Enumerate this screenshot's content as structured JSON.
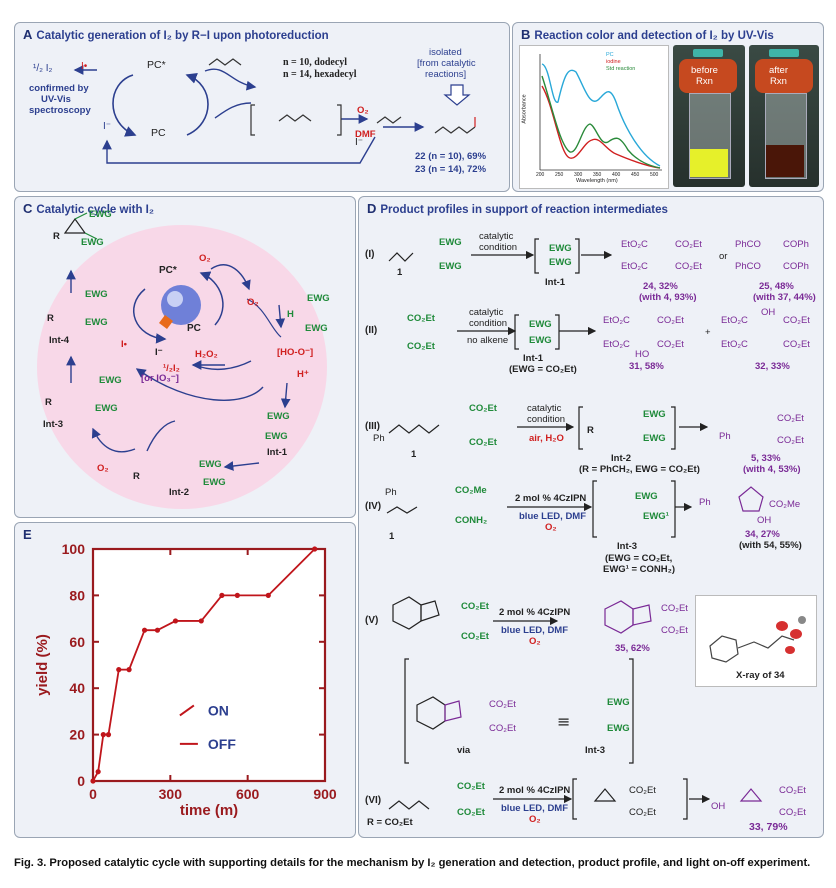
{
  "panelA": {
    "title_letter": "A",
    "title": "Catalytic generation of I₂ by  R−I upon photoreduction",
    "half_i2": "¹/₂ I₂",
    "i_radical": "I•",
    "confirmed": "confirmed by",
    "uvvis1": "UV-Vis",
    "uvvis2": "spectroscopy",
    "pc_star": "PC*",
    "pc_plus": "PC",
    "i_minus": "I⁻",
    "i_minus2": "I⁻",
    "n10": "n = 10, dodecyl",
    "n14": "n = 14, hexadecyl",
    "o2": "O₂",
    "dmf": "DMF",
    "isolated1": "isolated",
    "isolated2": "[from catalytic",
    "isolated3": "reactions]",
    "yield22": "22 (n = 10), 69%",
    "yield23": "23 (n = 14), 72%"
  },
  "panelB": {
    "title_letter": "B",
    "title": "Reaction color and detection of I₂ by UV-Vis",
    "legend": [
      "PC",
      "iodine",
      "Std reaction"
    ],
    "ylabel": "Absorbance",
    "xlabel": "Wavelength (nm)",
    "xticks": [
      "200",
      "250",
      "300",
      "350",
      "400",
      "450",
      "500"
    ],
    "before": "before\nRxn",
    "after": "after\nRxn"
  },
  "panelC": {
    "title_letter": "C",
    "title": "Catalytic cycle with I₂",
    "labels": {
      "pc_star": "PC*",
      "pc_plus": "PC",
      "o2_top": "O₂",
      "o2_rad": "O₂",
      "hoo": "[HO-O⁻]",
      "hplus": "H⁺",
      "h2o2": "H₂O₂",
      "half_i2": "¹/₂I₂",
      "iminus": "I⁻",
      "io3": "[or IO₃⁻]",
      "irad": "I•",
      "int1": "Int-1",
      "int2": "Int-2",
      "int3": "Int-3",
      "int4": "Int-4",
      "o2_bottom": "O₂",
      "ewg": "EWG",
      "r": "R",
      "h": "H"
    }
  },
  "panelD": {
    "title_letter": "D",
    "title": "Product profiles in support of reaction intermediates",
    "rows": [
      {
        "roman": "(I)",
        "cond": [
          "catalytic",
          "condition"
        ],
        "int": "Int-1",
        "p1": "24, 32%",
        "p1b": "(with 4, 93%)",
        "or": "or",
        "p2": "25, 48%",
        "p2b": "(with 37, 44%)"
      },
      {
        "roman": "(II)",
        "cond": [
          "catalytic",
          "condition",
          "no alkene"
        ],
        "int": "Int-1",
        "intb": "(EWG = CO₂Et)",
        "p1": "31, 58%",
        "plus": "+",
        "p2": "32, 33%"
      },
      {
        "roman": "(III)",
        "cond": [
          "catalytic",
          "condition",
          "air, H₂O"
        ],
        "int": "Int-2",
        "intb": "(R = PhCH₂, EWG = CO₂Et)",
        "p1": "5, 33%",
        "p1b": "(with 4, 53%)"
      },
      {
        "roman": "(IV)",
        "cond": [
          "2 mol % 4CzIPN",
          "blue LED, DMF",
          "O₂"
        ],
        "int": "Int-3",
        "intb": "(EWG = CO₂Et,",
        "intc": "EWG¹ = CONH₂)",
        "p1": "34, 27%",
        "p1b": "(with 54, 55%)"
      },
      {
        "roman": "(V)",
        "cond": [
          "2 mol % 4CzIPN",
          "blue LED, DMF",
          "O₂"
        ],
        "p1": "35, 62%",
        "xray": "X-ray of 34",
        "via": "via",
        "int": "Int-3"
      },
      {
        "roman": "(VI)",
        "cond": [
          "2 mol % 4CzIPN",
          "blue LED, DMF",
          "O₂"
        ],
        "p1": "33, 79%",
        "rdef": "R = CO₂Et"
      }
    ],
    "one": "1",
    "co2et": "CO₂Et",
    "co2me": "CO₂Me",
    "conh2": "CONH₂",
    "ewg": "EWG",
    "ewg1": "EWG¹",
    "ph": "Ph",
    "phco": "PhCO",
    "coph": "COPh",
    "eto2c": "EtO₂C",
    "oh": "OH",
    "ho": "HO"
  },
  "panelE": {
    "title_letter": "E",
    "legend_on": "ON",
    "legend_off": "OFF"
  },
  "chart_data": {
    "type": "line",
    "xlabel": "time (m)",
    "ylabel": "yield (%)",
    "xlim": [
      0,
      900
    ],
    "ylim": [
      0,
      100
    ],
    "xticks": [
      0,
      300,
      600,
      900
    ],
    "yticks": [
      0,
      20,
      40,
      60,
      80,
      100
    ],
    "series": [
      {
        "name": "yield",
        "x": [
          0,
          20,
          40,
          60,
          100,
          140,
          200,
          250,
          320,
          420,
          500,
          560,
          680,
          860
        ],
        "y": [
          0,
          4,
          20,
          20,
          48,
          48,
          65,
          65,
          69,
          69,
          80,
          80,
          80,
          100
        ],
        "light": [
          "off",
          "on",
          "off",
          "on",
          "off",
          "on",
          "off",
          "on",
          "off",
          "on",
          "off",
          "on",
          "off",
          "on"
        ]
      }
    ],
    "grid": false,
    "legend": "center-right",
    "color": "#c0151b"
  },
  "caption": "Fig. 3. Proposed catalytic cycle with supporting details for the mechanism by I₂ generation and detection, product profile, and light on-off experiment."
}
